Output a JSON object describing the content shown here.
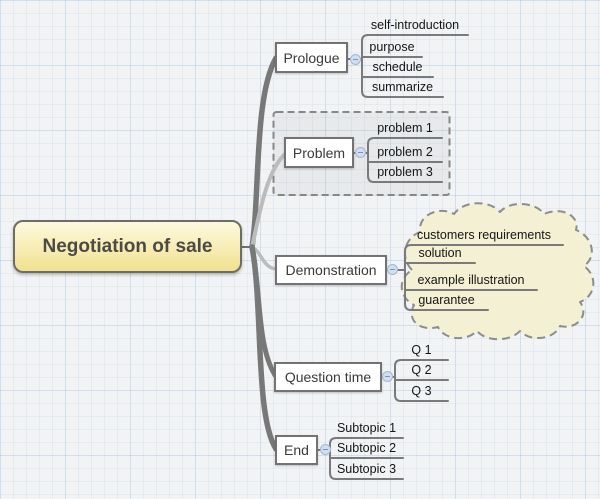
{
  "root": {
    "label": "Negotiation of sale"
  },
  "branches": [
    {
      "label": "Prologue",
      "children": [
        "self-introduction",
        "purpose",
        "schedule",
        "summarize"
      ]
    },
    {
      "label": "Problem",
      "boundary": "dashed-rectangle",
      "children": [
        "problem 1",
        "problem 2",
        "problem 3"
      ]
    },
    {
      "label": "Demonstration",
      "boundary": "dashed-cloud",
      "children": [
        "customers requirements",
        "solution",
        "example illustration",
        "guarantee"
      ]
    },
    {
      "label": "Question time",
      "children": [
        "Q 1",
        "Q 2",
        "Q 3"
      ]
    },
    {
      "label": "End",
      "children": [
        "Subtopic 1",
        "Subtopic 2",
        "Subtopic 3"
      ]
    }
  ],
  "colors": {
    "canvas_bg": "#f2f3f5",
    "grid_line": "#dce8f2",
    "root_fill_top": "#fdf9dd",
    "root_fill_bottom": "#f1e18d",
    "topic_border": "#737373",
    "branch_line_dark": "#787878",
    "branch_line_light": "#bcbcbc",
    "connector_line": "#7a7a7a",
    "boundary_stroke": "#878787",
    "cloud_fill": "#f4f0d4",
    "collapse_btn_fill": "#cfdef1",
    "collapse_btn_border": "#a2b7d2"
  }
}
